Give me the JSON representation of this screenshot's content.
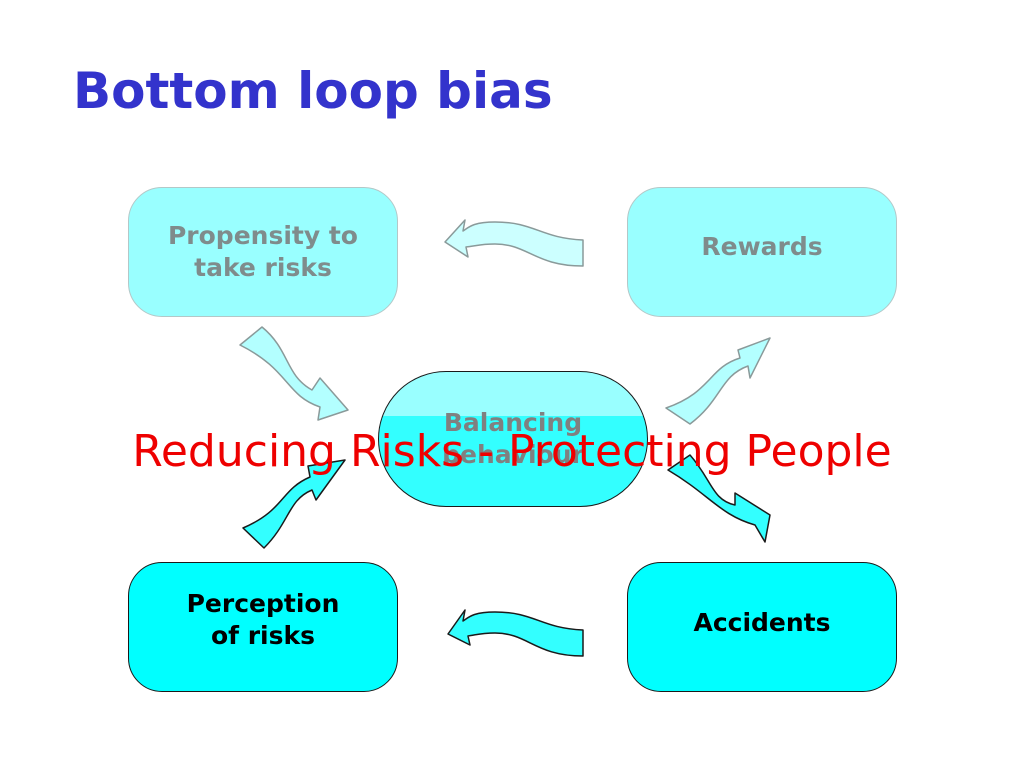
{
  "slide": {
    "title": "Bottom loop bias",
    "overlay_text": "Reducing Risks - Protecting People"
  },
  "boxes": {
    "propensity": {
      "line1": "Propensity to",
      "line2": "take risks"
    },
    "rewards": {
      "label": "Rewards"
    },
    "center": {
      "line1": "Balancing",
      "line2": "behaviour"
    },
    "perception": {
      "line1": "Perception",
      "line2": "of risks"
    },
    "accidents": {
      "label": "Accidents"
    }
  },
  "colors": {
    "title": "#3333cc",
    "overlay": "#ee0000",
    "faded_fill": "#99ffff",
    "solid_fill": "#00ffff",
    "arrow_fill": "#66ffff"
  }
}
